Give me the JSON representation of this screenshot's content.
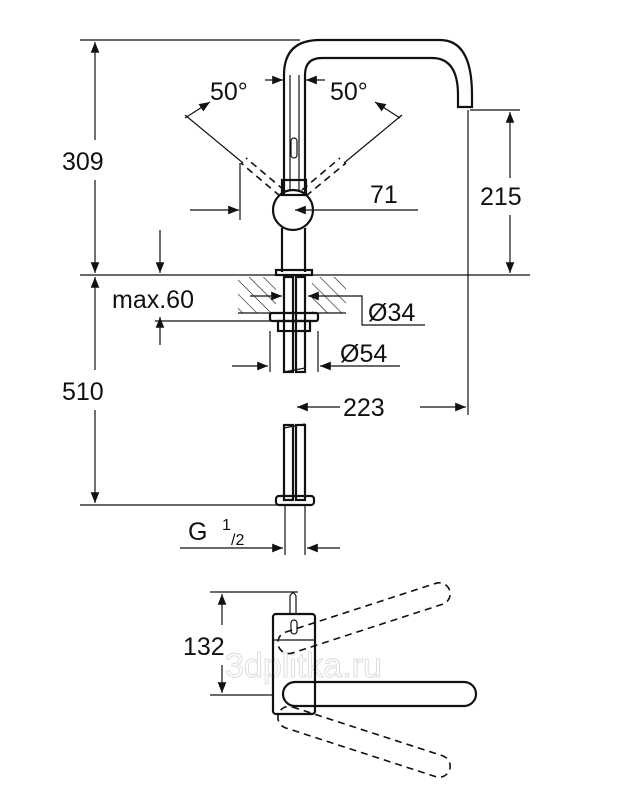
{
  "dimensions": {
    "total_height": "309",
    "lever_angle_left": "50°",
    "lever_angle_right": "50°",
    "lever_offset": "71",
    "spout_height": "215",
    "max_counter_thickness": "max.60",
    "hole_diameter": "Ø34",
    "base_diameter": "Ø54",
    "hose_length": "510",
    "spout_reach": "223",
    "connection_prefix": "G",
    "connection_sup": "1",
    "connection_sub": "/2",
    "top_view_depth": "132"
  },
  "watermark": "3dplitka.ru"
}
